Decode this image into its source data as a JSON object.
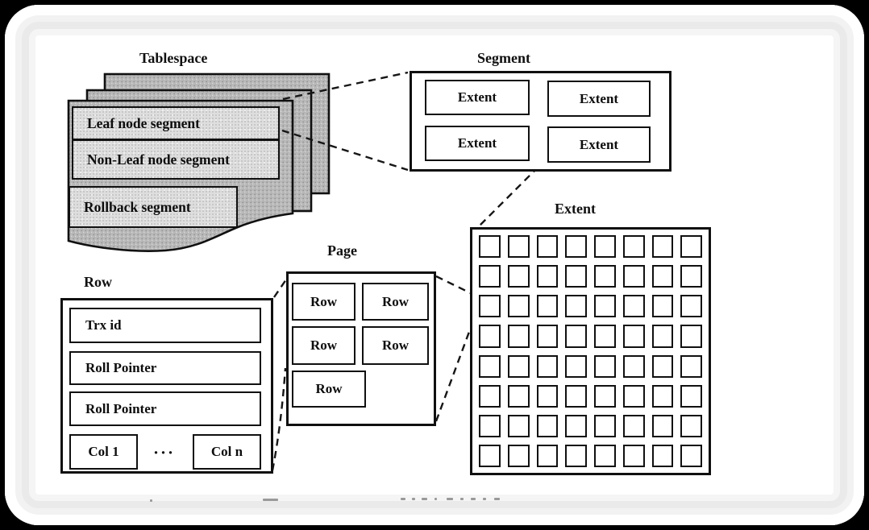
{
  "figure": {
    "tablespace": {
      "label": "Tablespace",
      "layers": [
        "Leaf node segment",
        "Non-Leaf node segment",
        "Rollback segment"
      ]
    },
    "segment": {
      "label": "Segment",
      "cells": [
        "Extent",
        "Extent",
        "Extent",
        "Extent"
      ]
    },
    "extent": {
      "label": "Extent",
      "grid": {
        "rows": 8,
        "cols": 8
      }
    },
    "page": {
      "label": "Page",
      "cells": [
        "Row",
        "Row",
        "Row",
        "Row",
        "Row"
      ]
    },
    "row": {
      "label": "Row",
      "fields": [
        "Trx id",
        "Roll Pointer",
        "Roll Pointer"
      ],
      "col_first": "Col 1",
      "col_ellipsis": "···",
      "col_last": "Col n"
    },
    "colors": {
      "ink": "#101010",
      "sheet_gray": "#b9b9b9",
      "bar_gray": "#dedede"
    }
  }
}
